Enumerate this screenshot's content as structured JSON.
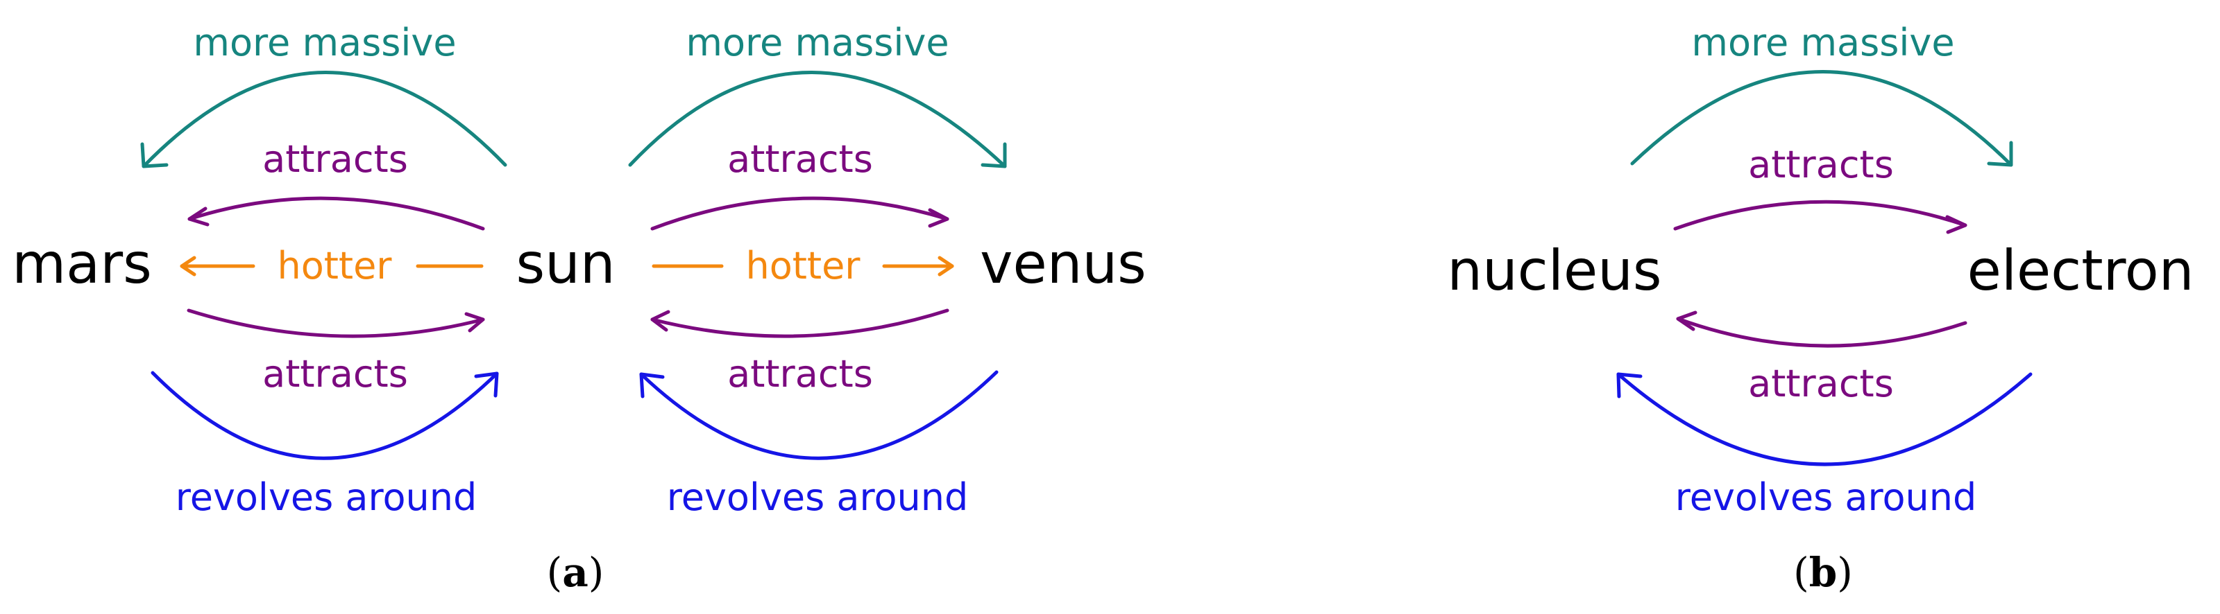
{
  "colors": {
    "more_massive": "#16857f",
    "attracts": "#7b0a7f",
    "hotter": "#f4880f",
    "revolves_around": "#1515e6",
    "node_text": "#000000"
  },
  "panels": {
    "a": {
      "caption_letter": "a",
      "nodes": {
        "mars": "mars",
        "sun": "sun",
        "venus": "venus"
      },
      "edges": {
        "sun_mars_more_massive": "more massive",
        "sun_mars_attracts": "attracts",
        "sun_mars_hotter": "hotter",
        "mars_sun_attracts": "attracts",
        "mars_sun_revolves_around": "revolves around",
        "sun_venus_more_massive": "more massive",
        "sun_venus_attracts": "attracts",
        "sun_venus_hotter": "hotter",
        "venus_sun_attracts": "attracts",
        "venus_sun_revolves_around": "revolves around"
      }
    },
    "b": {
      "caption_letter": "b",
      "nodes": {
        "nucleus": "nucleus",
        "electron": "electron"
      },
      "edges": {
        "nucleus_electron_more_massive": "more massive",
        "nucleus_electron_attracts": "attracts",
        "electron_nucleus_attracts": "attracts",
        "electron_nucleus_revolves_around": "revolves around"
      }
    }
  }
}
